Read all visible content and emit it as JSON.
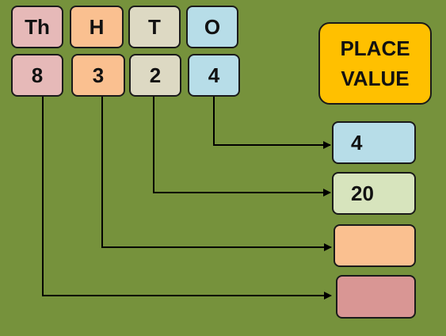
{
  "colors": {
    "background": "#76923c",
    "thousands": "#e6b9b8",
    "hundreds": "#fac090",
    "tens": "#ddd9c3",
    "ones": "#b7dde8",
    "ones_result": "#b7dde8",
    "tens_result": "#d7e4bd",
    "hundreds_result": "#fac090",
    "thousands_result": "#d99694",
    "title_box": "#ffc000"
  },
  "header": {
    "thousands": "Th",
    "hundreds": "H",
    "tens": "T",
    "ones": "O"
  },
  "digits": {
    "thousands": "8",
    "hundreds": "3",
    "tens": "2",
    "ones": "4"
  },
  "title": {
    "line1": "PLACE",
    "line2": "VALUE"
  },
  "results": {
    "ones": "4",
    "tens": "20",
    "hundreds": "",
    "thousands": ""
  }
}
